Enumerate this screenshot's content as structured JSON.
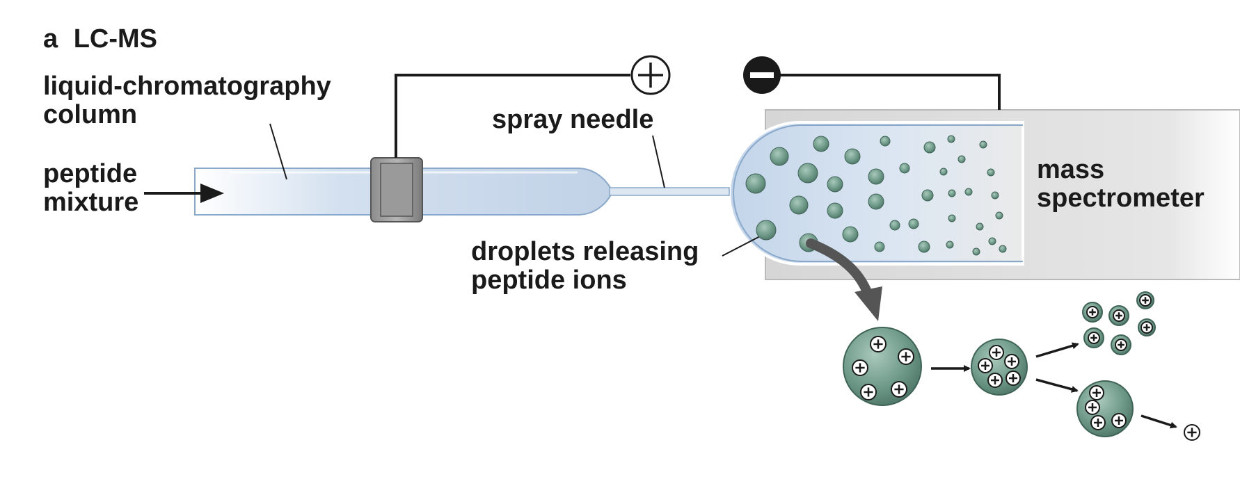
{
  "panel": {
    "letter": "a",
    "title": "LC-MS"
  },
  "labels": {
    "column": [
      "liquid-chromatography",
      "column"
    ],
    "peptide_mixture": [
      "peptide",
      "mixture"
    ],
    "spray_needle": "spray needle",
    "droplets": [
      "droplets releasing",
      "peptide ions"
    ],
    "mass_spectrometer": [
      "mass",
      "spectrometer"
    ]
  },
  "electrodes": {
    "positive": "+",
    "negative": "−"
  },
  "colors": {
    "droplet": "#6e9a88",
    "droplet_dark": "#4c7466",
    "tube_fill": "#c7d7ea",
    "tube_edge": "#7f9cbf",
    "chamber": "#e3e3e3",
    "line": "#1a1a1a"
  }
}
